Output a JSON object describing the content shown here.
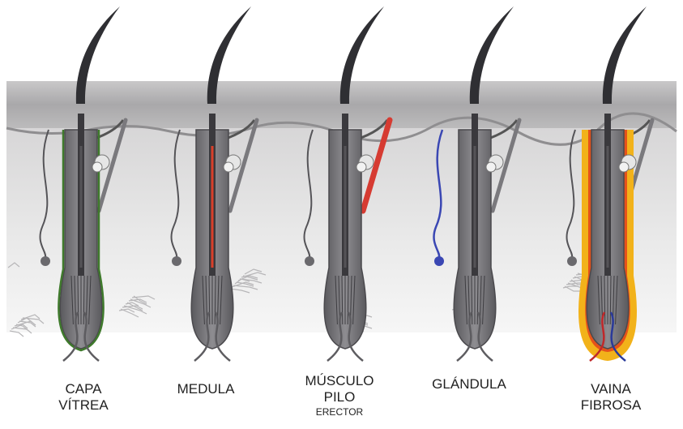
{
  "colors": {
    "background": "#ffffff",
    "skin": "#aeadae",
    "dermis": "#e4e4e4",
    "hair": "#2f2f33",
    "follicle": "#6d6c70",
    "vitreous_layer": "#3f7a2c",
    "medulla": "#d9402a",
    "erector_muscle": "#d63b32",
    "gland": "#3a47b3",
    "fibrous_sheath_outer": "#f2b21a",
    "fibrous_sheath_inner": "#e5521a",
    "blood_red": "#c0282a",
    "blood_blue": "#2a3a9a",
    "text": "#222222"
  },
  "panels": [
    {
      "id": "capa-vitrea",
      "highlight": "vitreous-layer",
      "label": [
        "CAPA",
        "VÍTREA"
      ]
    },
    {
      "id": "medula",
      "highlight": "medulla",
      "label": [
        "MEDULA"
      ]
    },
    {
      "id": "musculo-pilo-erector",
      "highlight": "erector-muscle",
      "label": [
        "MÚSCULO",
        "PILO"
      ],
      "label_small": "ERECTOR"
    },
    {
      "id": "glandula",
      "highlight": "gland",
      "label": [
        "GLÁNDULA"
      ]
    },
    {
      "id": "vaina-fibrosa",
      "highlight": "fibrous-sheath",
      "label": [
        "VAINA",
        "FIBROSA"
      ]
    }
  ]
}
